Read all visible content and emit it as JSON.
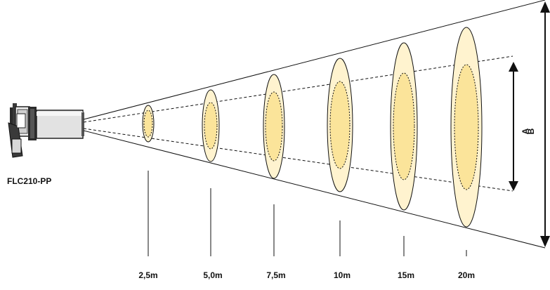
{
  "product": {
    "model": "FLC210-PP"
  },
  "distances": [
    {
      "label": "2,5m"
    },
    {
      "label": "5,0m"
    },
    {
      "label": "7,5m"
    },
    {
      "label": "10m"
    },
    {
      "label": "15m"
    },
    {
      "label": "20m"
    }
  ],
  "dimensions": {
    "inner_beam_label": "A",
    "outer_beam_label": "B"
  },
  "colors": {
    "outer_spot_fill": "#fff3cf",
    "inner_spot_fill": "#fbe49a",
    "line": "#111111",
    "fixture_dark": "#2b2b2b",
    "fixture_body": "#d8d8d8"
  }
}
